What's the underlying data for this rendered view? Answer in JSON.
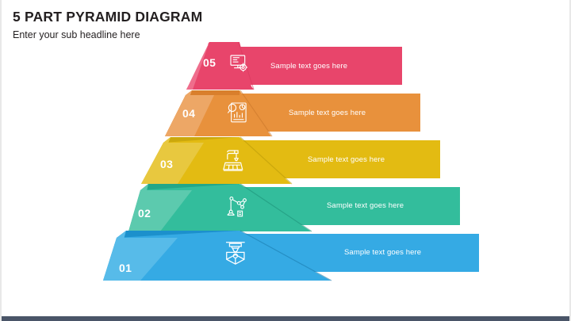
{
  "slide": {
    "title": "5 PART PYRAMID DIAGRAM",
    "subtitle": "Enter your sub headline here",
    "background": "#ffffff",
    "bottom_bar_color": "#4a5568"
  },
  "diagram": {
    "type": "pyramid",
    "part_count": 5,
    "layers": [
      {
        "number": "05",
        "text": "Sample text goes here",
        "icon": "monitor-gear-icon",
        "color_front": "#e8456b",
        "color_left": "#ef6d8c",
        "color_top": "#d93a60",
        "color_banner": "#e8456b",
        "banner_right": 505
      },
      {
        "number": "04",
        "text": "Sample text goes here",
        "icon": "analytics-report-icon",
        "color_front": "#e8913c",
        "color_left": "#eda766",
        "color_top": "#d97f2c",
        "color_banner": "#e8913c",
        "banner_right": 528
      },
      {
        "number": "03",
        "text": "Sample text goes here",
        "icon": "cnc-machine-icon",
        "color_front": "#e3bb12",
        "color_left": "#e8c83f",
        "color_top": "#cba80c",
        "color_banner": "#e3bb12",
        "banner_right": 553
      },
      {
        "number": "02",
        "text": "Sample text goes here",
        "icon": "robot-arm-icon",
        "color_front": "#33bd9c",
        "color_left": "#5ccaae",
        "color_top": "#22a789",
        "color_banner": "#33bd9c",
        "banner_right": 578
      },
      {
        "number": "01",
        "text": "Sample text goes here",
        "icon": "3d-printer-head-icon",
        "color_front": "#35aae4",
        "color_left": "#57bbe9",
        "color_top": "#1c90cc",
        "color_banner": "#35aae4",
        "banner_right": 602
      }
    ]
  }
}
